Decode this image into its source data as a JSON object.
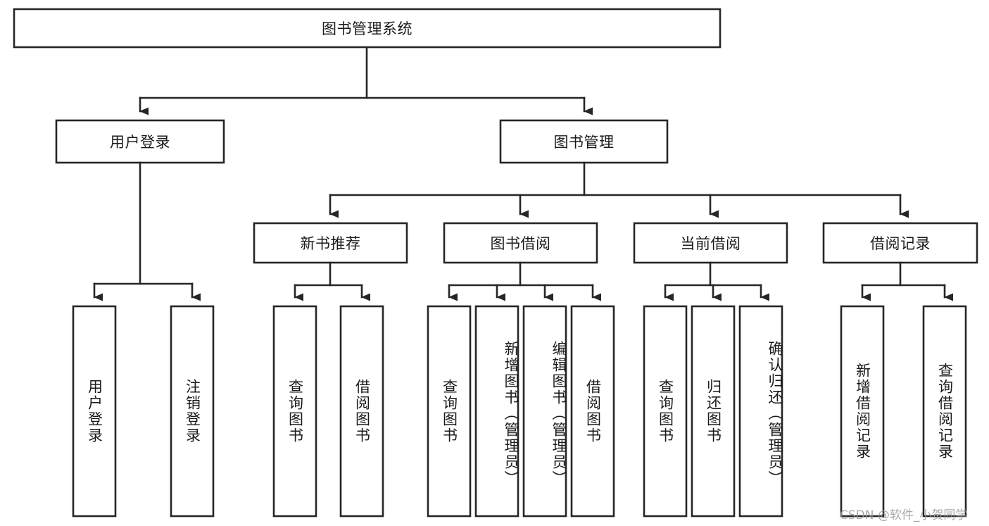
{
  "diagram": {
    "type": "tree-hierarchy",
    "title": "图书管理系统",
    "colors": {
      "box_stroke": "#262626",
      "box_fill": "#ffffff",
      "text": "#1a1a1a",
      "background": "#ffffff",
      "watermark": "#9a9a9a"
    },
    "root": {
      "label": "图书管理系统"
    },
    "level2": [
      {
        "label": "用户登录"
      },
      {
        "label": "图书管理"
      }
    ],
    "level3": [
      {
        "label": "新书推荐"
      },
      {
        "label": "图书借阅"
      },
      {
        "label": "当前借阅"
      },
      {
        "label": "借阅记录"
      }
    ],
    "leaves": {
      "user_login": [
        {
          "label": "用户登录"
        },
        {
          "label": "注销登录"
        }
      ],
      "new_book_recommend": [
        {
          "label": "查询图书"
        },
        {
          "label": "借阅图书"
        }
      ],
      "book_borrow": [
        {
          "label": "查询图书"
        },
        {
          "label": "新增图书（管理员）"
        },
        {
          "label": "编辑图书（管理员）"
        },
        {
          "label": "借阅图书"
        }
      ],
      "current_borrow": [
        {
          "label": "查询图书"
        },
        {
          "label": "归还图书"
        },
        {
          "label": "确认归还（管理员）"
        }
      ],
      "borrow_record": [
        {
          "label": "新增借阅记录"
        },
        {
          "label": "查询借阅记录"
        }
      ]
    },
    "watermark": "CSDN @软件_小贺同学"
  }
}
